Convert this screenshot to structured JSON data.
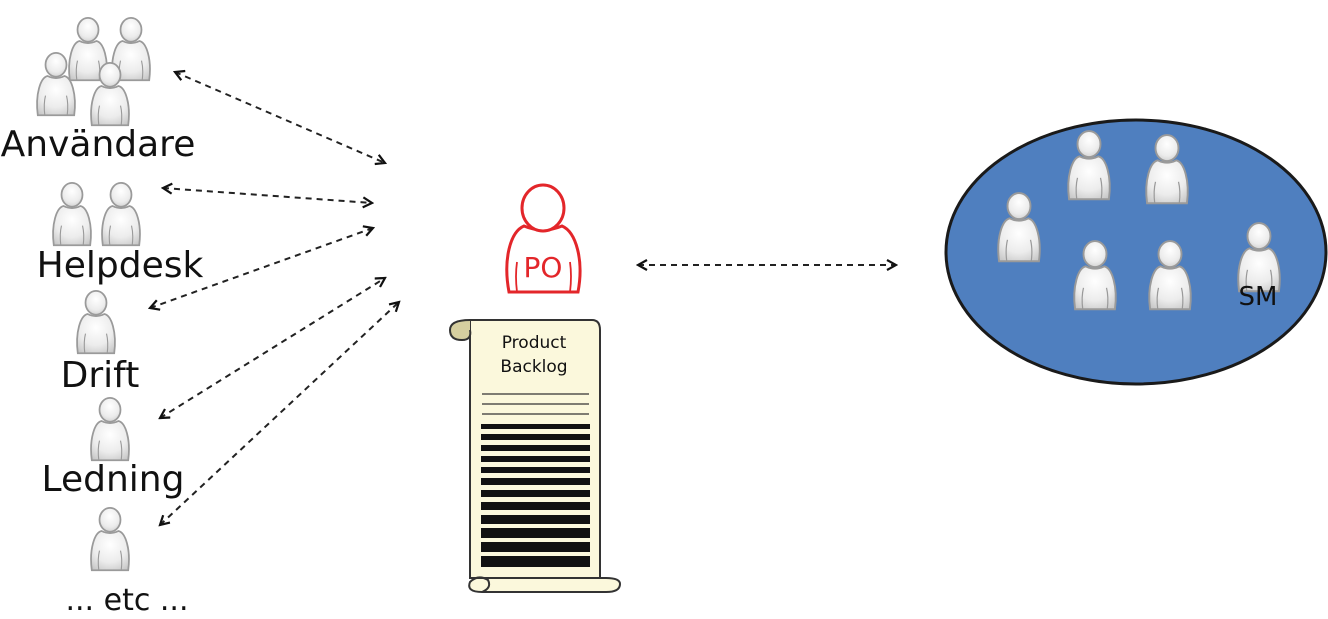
{
  "stakeholders": {
    "users_label": "Användare",
    "helpdesk_label": "Helpdesk",
    "operations_label": "Drift",
    "management_label": "Ledning",
    "etc_label": "... etc ..."
  },
  "product_owner": {
    "label": "PO",
    "color": "#e3262a"
  },
  "backlog": {
    "title_line1": "Product",
    "title_line2": "Backlog",
    "paper_color": "#fbf8dc"
  },
  "team": {
    "scrum_master_label": "SM",
    "ellipse_color": "#4f7fbf"
  },
  "icons": {
    "person": "person-icon",
    "arrow": "dashed-double-arrow"
  }
}
